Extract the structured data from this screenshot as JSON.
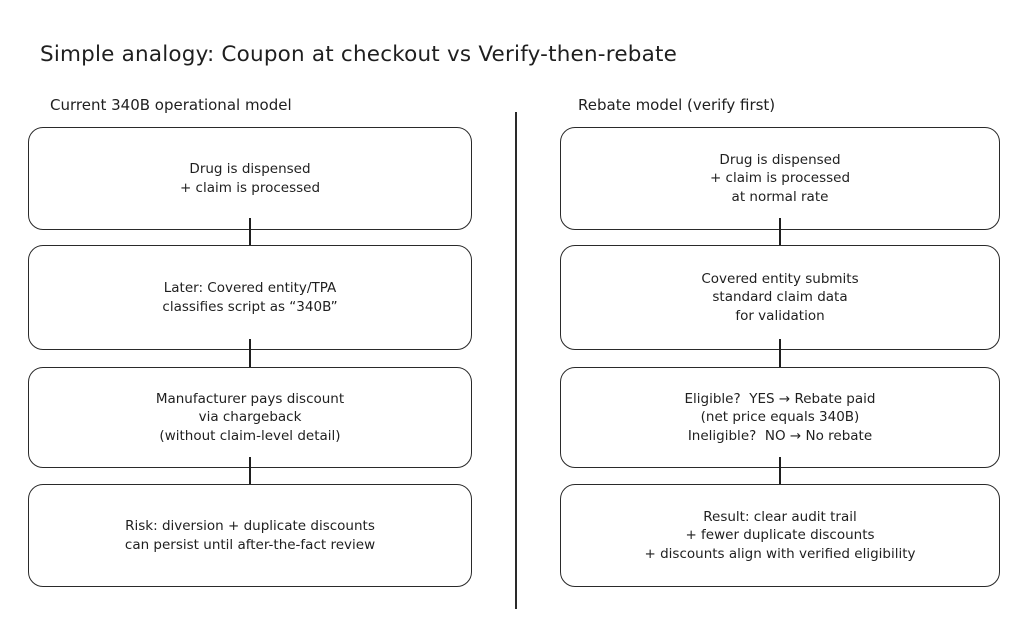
{
  "title": "Simple analogy: Coupon at checkout vs Verify-then-rebate",
  "colors": {
    "ink": "#1f1f1f",
    "border": "#2a2a2a",
    "background": "#ffffff"
  },
  "columns": [
    {
      "subtitle": "Current 340B operational model",
      "boxes": [
        {
          "lines": [
            "Drug is dispensed",
            "+ claim is processed"
          ]
        },
        {
          "lines": [
            "Later: Covered entity/TPA",
            "classifies script as “340B”"
          ]
        },
        {
          "lines": [
            "Manufacturer pays discount",
            "via chargeback",
            "(without claim-level detail)"
          ]
        },
        {
          "lines": [
            "Risk: diversion + duplicate discounts",
            "can persist until after-the-fact review"
          ]
        }
      ]
    },
    {
      "subtitle": "Rebate model (verify first)",
      "boxes": [
        {
          "lines": [
            "Drug is dispensed",
            "+ claim is processed",
            "at normal rate"
          ]
        },
        {
          "lines": [
            "Covered entity submits",
            "standard claim data",
            "for validation"
          ]
        },
        {
          "lines": [
            "Eligible?  YES → Rebate paid",
            "(net price equals 340B)",
            "Ineligible?  NO → No rebate"
          ]
        },
        {
          "lines": [
            "Result: clear audit trail",
            "+ fewer duplicate discounts",
            "+ discounts align with verified eligibility"
          ]
        }
      ]
    }
  ]
}
